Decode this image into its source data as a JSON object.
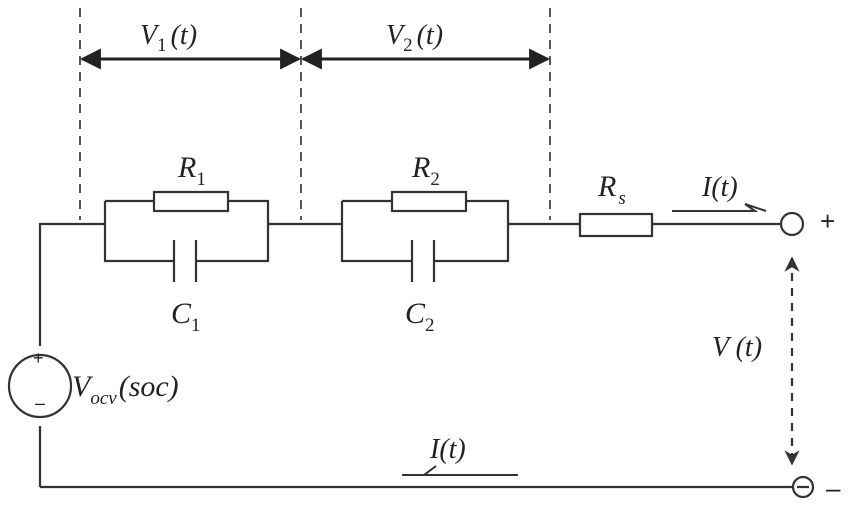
{
  "labels": {
    "v1_main": "V",
    "v1_sub": "1",
    "v1_arg": "(t)",
    "v2_main": "V",
    "v2_sub": "2",
    "v2_arg": "(t)",
    "r1_main": "R",
    "r1_sub": "1",
    "r2_main": "R",
    "r2_sub": "2",
    "rs_main": "R",
    "rs_sub": "s",
    "c1_main": "C",
    "c1_sub": "1",
    "c2_main": "C",
    "c2_sub": "2",
    "vocv_main": "V",
    "vocv_sub": "ocv",
    "vocv_arg": "(soc)",
    "i_top": "I(t)",
    "i_bottom": "I(t)",
    "v_terminal": "V (t)",
    "plus_terminal": "+",
    "minus_terminal": "–",
    "source_plus": "+",
    "source_minus": "–"
  }
}
